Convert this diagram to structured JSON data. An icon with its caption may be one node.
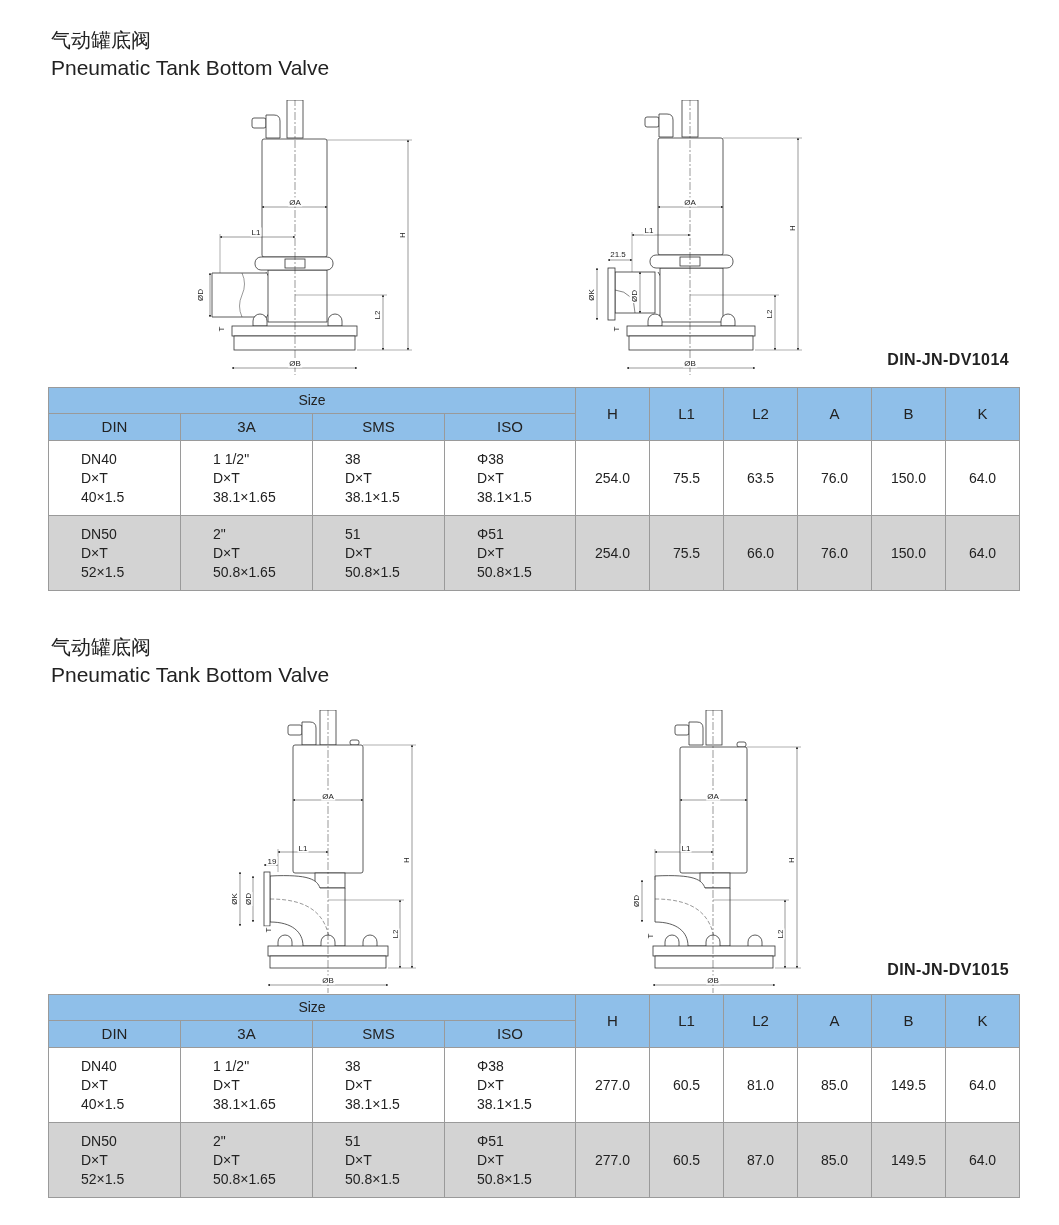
{
  "diagram": {
    "labels": [
      "气动罐底阀",
      "Pneumatic Tank Bottom Valve",
      "ØA",
      "L1",
      "H",
      "ØD",
      "L2",
      "T",
      "ØB",
      "ØA",
      "L1",
      "H",
      "21.5",
      "ØK",
      "ØD",
      "L2",
      "T",
      "ØB",
      "DIN-JN-DV1014",
      "Size",
      "H",
      "L1",
      "L2",
      "A",
      "B",
      "K",
      "DIN",
      "3A",
      "SMS",
      "ISO",
      "DN40",
      "D×T",
      "40×1.5",
      "1 1/2\"",
      "D×T",
      "38.1×1.65",
      "38",
      "D×T",
      "38.1×1.5",
      "Φ38",
      "D×T",
      "38.1×1.5",
      "254.0",
      "75.5",
      "63.5",
      "76.0",
      "150.0",
      "64.0",
      "DN50",
      "D×T",
      "52×1.5",
      "2\"",
      "D×T",
      "50.8×1.65",
      "51",
      "D×T",
      "50.8×1.5",
      "Φ51",
      "D×T",
      "50.8×1.5",
      "254.0",
      "75.5",
      "66.0",
      "76.0",
      "150.0",
      "64.0",
      "气动罐底阀",
      "Pneumatic Tank Bottom Valve",
      "ØA",
      "L1",
      "19",
      "H",
      "ØK",
      "ØD",
      "T",
      "L2",
      "ØB",
      "ØA",
      "L1",
      "H",
      "ØD",
      "T",
      "L2",
      "ØB",
      "DIN-JN-DV1015",
      "Size",
      "H",
      "L1",
      "L2",
      "A",
      "B",
      "K",
      "DIN",
      "3A",
      "SMS",
      "ISO",
      "DN40",
      "D×T",
      "40×1.5",
      "1 1/2\"",
      "D×T",
      "38.1×1.65",
      "38",
      "D×T",
      "38.1×1.5",
      "Φ38",
      "D×T",
      "38.1×1.5",
      "277.0",
      "60.5",
      "81.0",
      "85.0",
      "149.5",
      "64.0",
      "DN50",
      "D×T",
      "52×1.5",
      "2\"",
      "D×T",
      "50.8×1.65",
      "51",
      "D×T",
      "50.8×1.5",
      "Φ51",
      "D×T",
      "50.8×1.5",
      "277.0",
      "60.5",
      "87.0",
      "85.0",
      "149.5",
      "64.0"
    ]
  }
}
